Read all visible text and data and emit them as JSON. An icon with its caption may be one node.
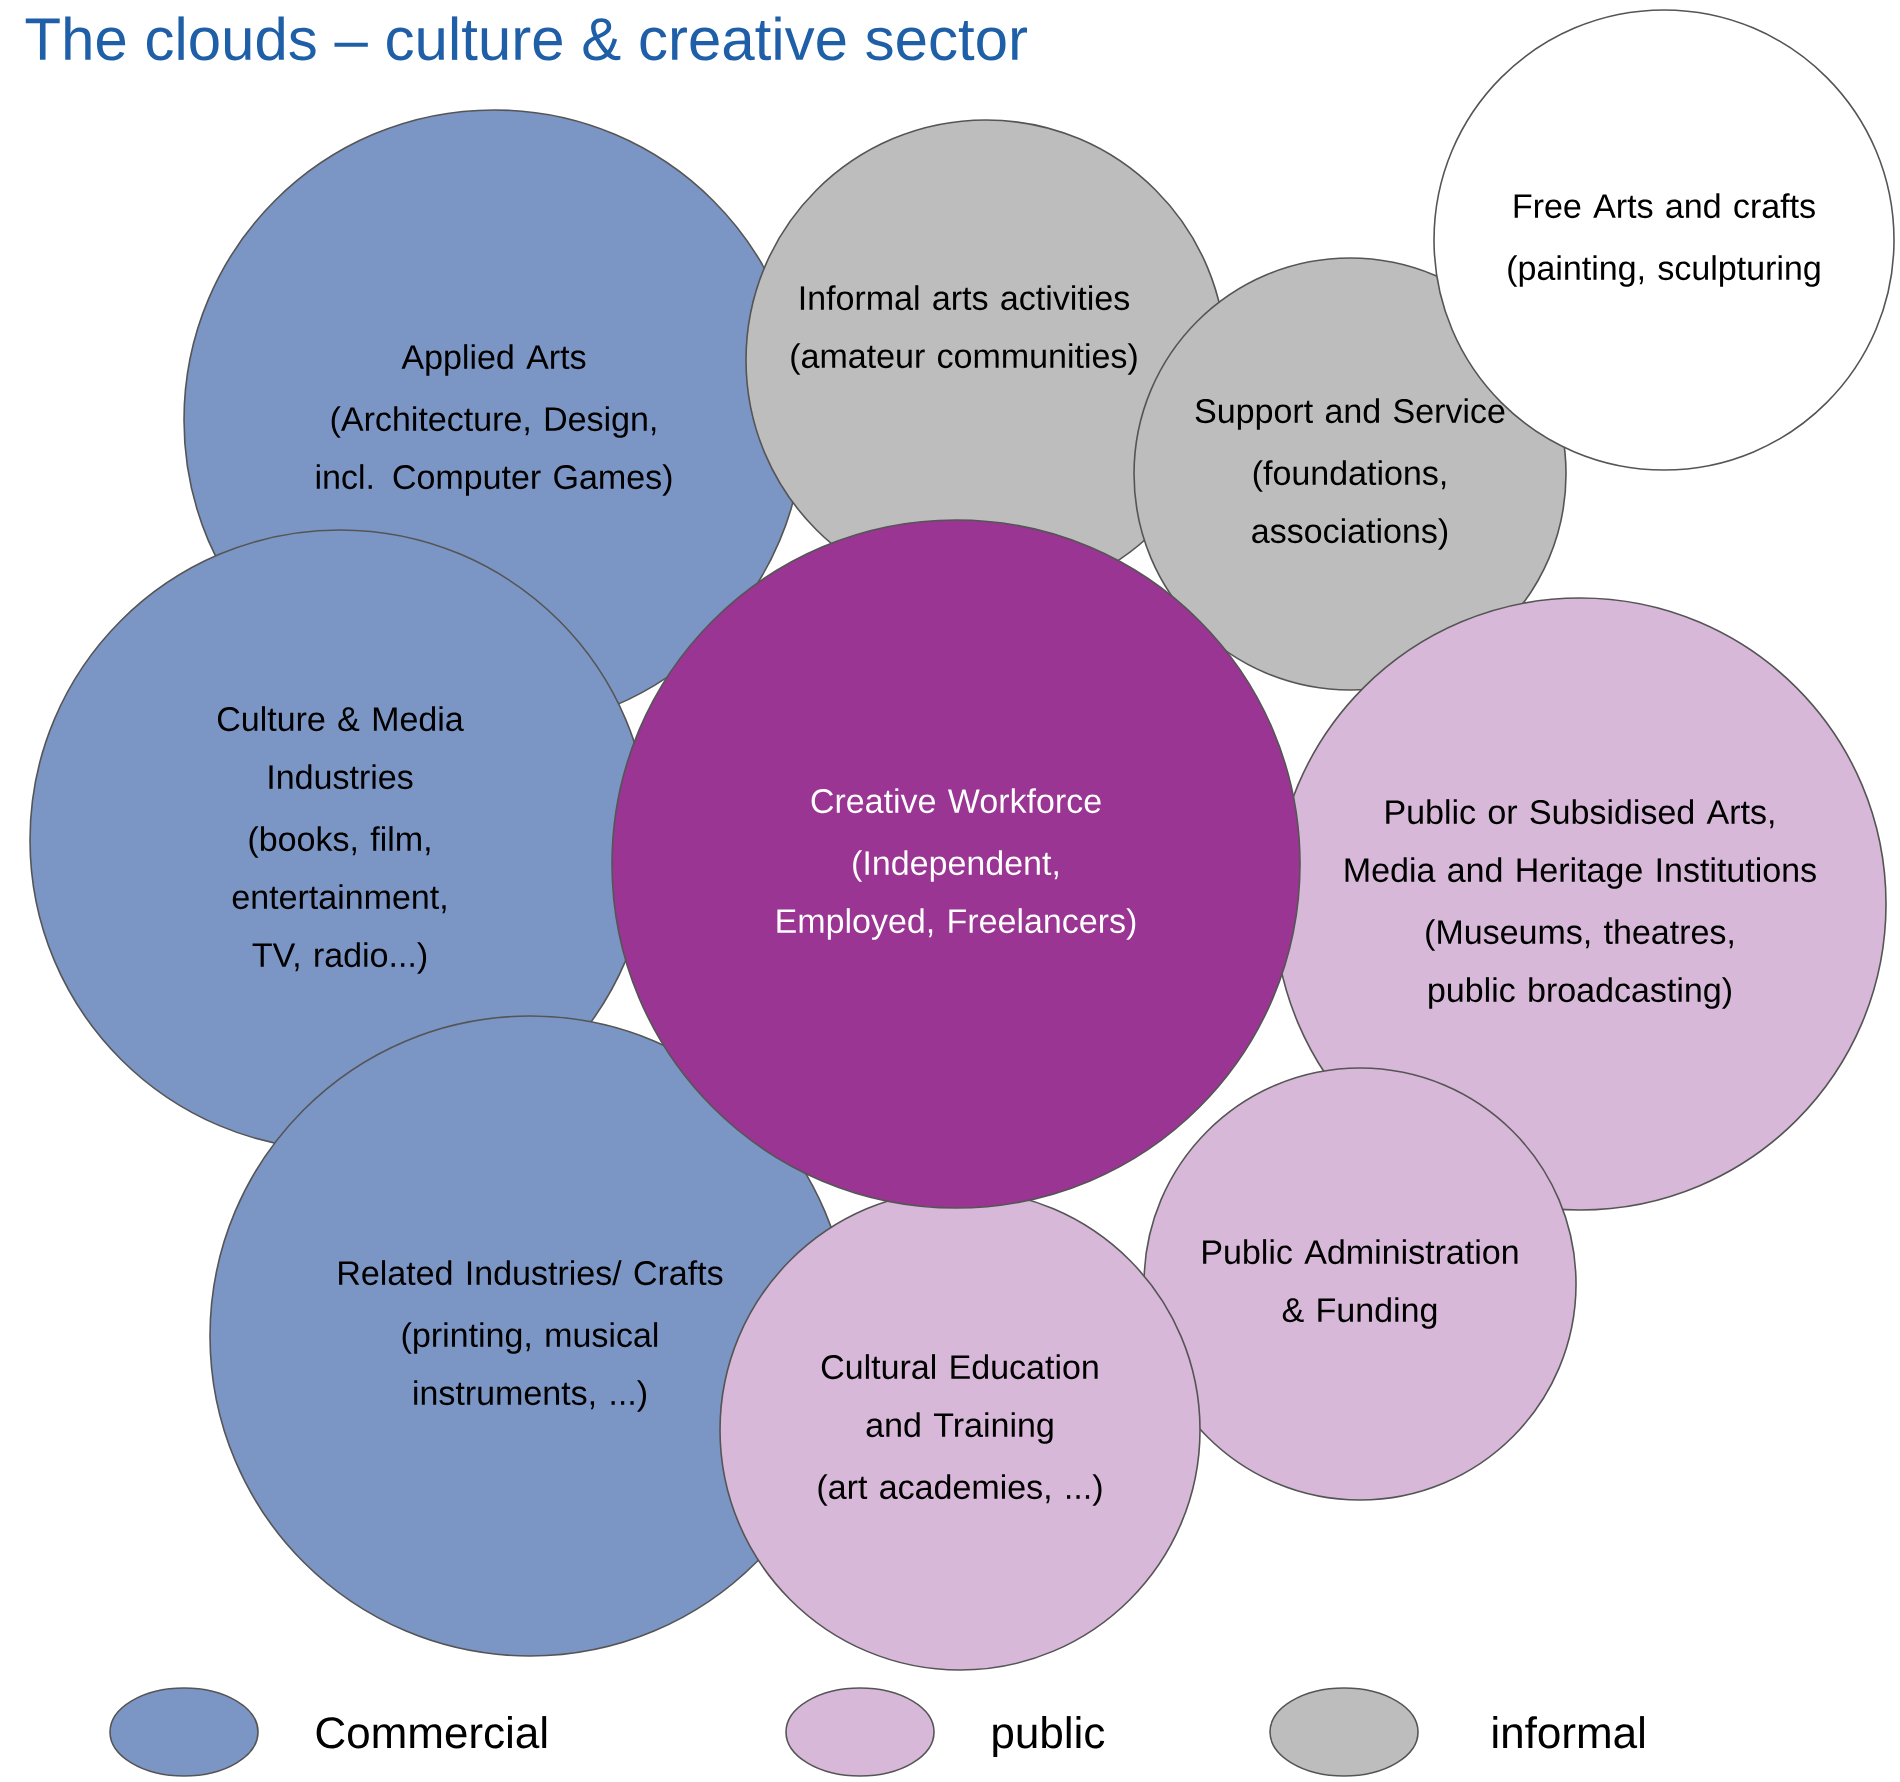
{
  "diagram": {
    "title": "The clouds – culture & creative sector",
    "nodes": [
      {
        "text": [
          "Applied Arts",
          "(Architecture, Design, incl. Computer Games)"
        ]
      },
      {
        "text": [
          "Informal arts activities (amateur communities)"
        ]
      },
      {
        "text": [
          "Support and Service",
          "(foundations, associations)"
        ]
      },
      {
        "text": [
          "Free Arts and crafts",
          "(painting, sculpturing"
        ]
      },
      {
        "text": [
          "Culture & Media Industries",
          "(books, film, entertainment, TV, radio...)"
        ]
      },
      {
        "text": [
          "Creative Workforce",
          "(Independent, Employed, Freelancers)"
        ]
      },
      {
        "text": [
          "Public or Subsidised Arts, Media and Heritage Institutions",
          "(Museums, theatres, public broadcasting)"
        ]
      },
      {
        "text": [
          "Related Industries/ Crafts",
          "(printing, musical instruments, ...)"
        ]
      },
      {
        "text": [
          "Public Administration & Funding"
        ]
      },
      {
        "text": [
          "Cultural Education and Training",
          "(art academies, ...)"
        ]
      }
    ],
    "legend": [
      {
        "text": "Commercial",
        "color": "#7b96c5"
      },
      {
        "text": "public",
        "color": "#d8b8d8"
      },
      {
        "text": "informal",
        "color": "#bdbdbd"
      }
    ]
  }
}
